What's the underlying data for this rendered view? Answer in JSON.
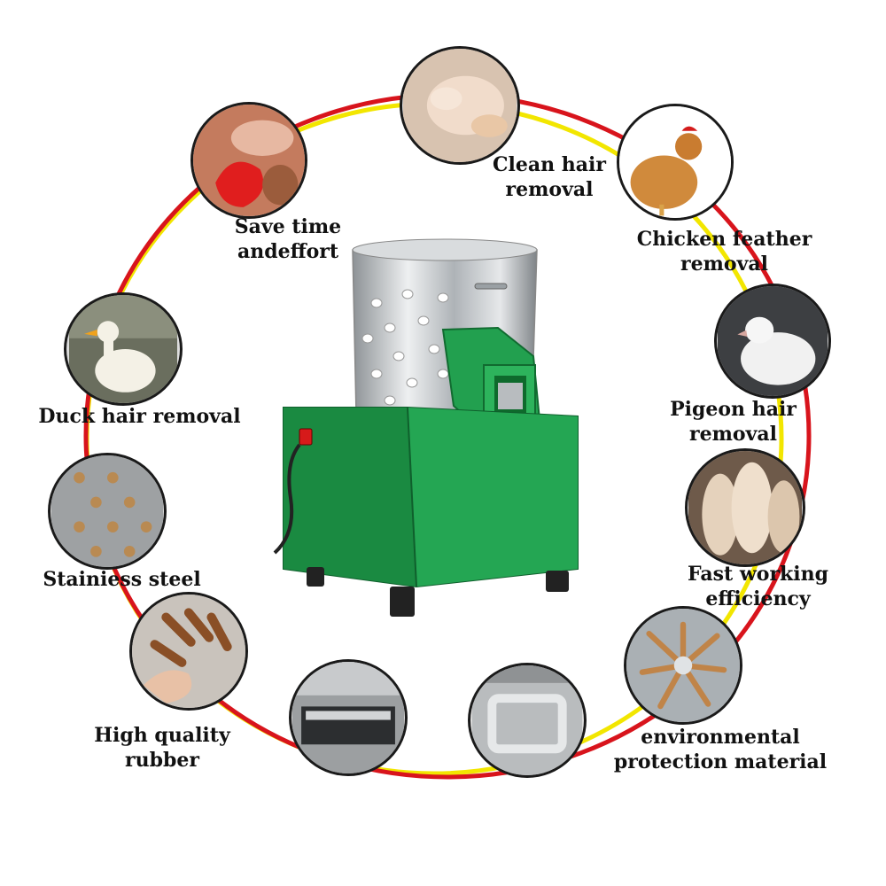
{
  "labels": {
    "clean_hair": "Clean hair\nremoval",
    "save_time": "Save time\nandeffort",
    "chicken_feather": "Chicken feather\nremoval",
    "duck_hair": "Duck hair removal",
    "pigeon_hair": "Pigeon hair\nremoval",
    "stainless_steel": "Stainiess steel",
    "fast_working": "Fast working\nefficiency",
    "rubber": "High quality\nrubber",
    "environmental": "environmental\nprotection material"
  },
  "colors": {
    "ring_red": "#d8141c",
    "ring_yellow": "#f2e600",
    "machine_green": "#1f9a4a",
    "steel": "#c9cccf"
  },
  "icons": {
    "clean_hair": "plucked-chicken-photo",
    "save_time": "hand-with-rooster-photo",
    "chicken_feather": "brown-hen-photo",
    "duck_hair": "white-duck-photo",
    "pigeon_hair": "white-pigeon-photo",
    "stainless_steel": "steel-plate-photo",
    "fast_working": "plucked-birds-photo",
    "rubber": "rubber-fingers-photo",
    "outlet": "steel-outlet-photo",
    "handle": "steel-handle-photo",
    "environmental": "rubber-fingers-drum-photo",
    "machine": "plucker-machine"
  }
}
